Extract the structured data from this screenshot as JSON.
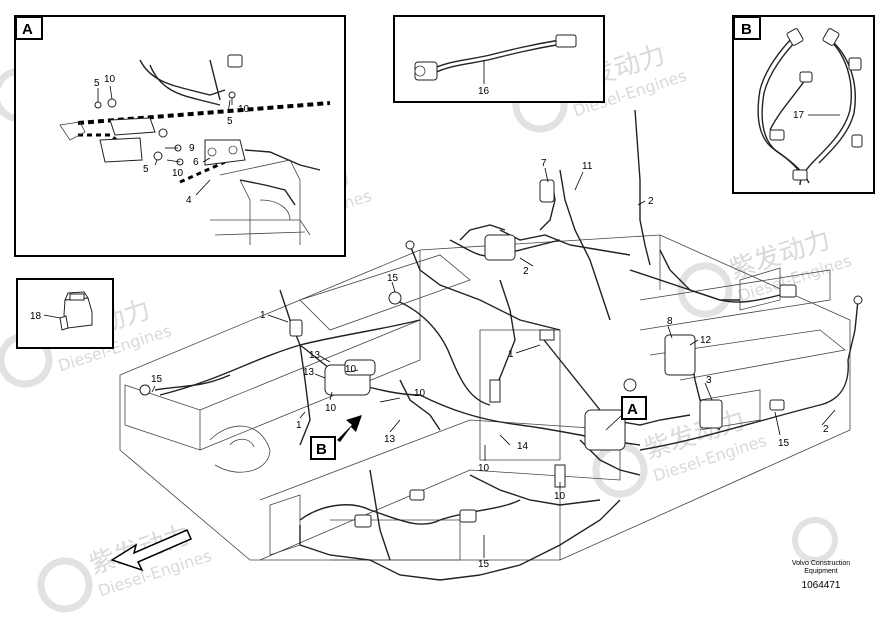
{
  "watermark": {
    "brand_cn": "紫发动力",
    "brand_en": "Diesel-Engines"
  },
  "insets": {
    "A": {
      "letter": "A",
      "callouts": [
        "5",
        "10",
        "5",
        "10",
        "9",
        "6",
        "10",
        "5",
        "4"
      ]
    },
    "hose": {
      "callouts": [
        "16"
      ]
    },
    "B": {
      "letter": "B",
      "callouts": [
        "17"
      ]
    },
    "sensor": {
      "callouts": [
        "18"
      ]
    }
  },
  "main": {
    "callouts": [
      "7",
      "11",
      "2",
      "2",
      "15",
      "1",
      "13",
      "10",
      "13",
      "10",
      "15",
      "10",
      "1",
      "1",
      "8",
      "12",
      "3",
      "15",
      "2",
      "13",
      "14",
      "10",
      "10",
      "15"
    ],
    "view_markers": [
      "A",
      "B"
    ]
  },
  "footer": {
    "company_line1": "Volvo Construction",
    "company_line2": "Equipment",
    "drawing_number": "1064471"
  },
  "colors": {
    "ink": "#000000",
    "watermark": "#d9d9d9",
    "background": "#ffffff"
  }
}
